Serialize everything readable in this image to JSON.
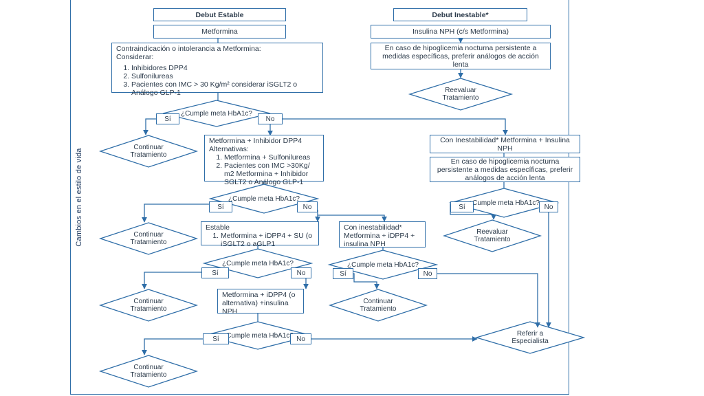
{
  "sidebar_label": "Cambios en el estilo de vida",
  "stable": {
    "header": "Debut Estable",
    "metformina": "Metformina",
    "contra_title": "Contraindicación o intolerancia a Metformina:",
    "contra_sub": "Considerar:",
    "contra_items": [
      "Inhibidores DPP4",
      "Sulfonilureas",
      "Pacientes con IMC > 30 Kg/m² considerar iSGLT2 o Análogo GLP-1"
    ],
    "combo_title": "Metformina + Inhibidor DPP4",
    "combo_alt": "Alternativas:",
    "combo_items": [
      "Metformina + Sulfonilureas",
      "Pacientes con IMC >30Kg/ m2 Metformina + Inhibidor SGLT2 o Análogo GLP-1"
    ],
    "estable_title": "Estable",
    "estable_items": [
      "Metformina + iDPP4 + SU (o iSGLT2 o aGLP1"
    ],
    "inest_text": "Con inestabilidad* Metformina + iDPP4 + insulina NPH",
    "nph_text": "Metformina + iDPP4 (o alternativa) +insulina NPH"
  },
  "unstable": {
    "header": "Debut Inestable*",
    "insulina": "Insulina NPH (c/s Metformina)",
    "hipo1": "En caso de hipoglicemia nocturna persistente a medidas específicas, preferir análogos de acción lenta",
    "reevaluar": "Reevaluar Tratamiento",
    "combo": "Con Inestabilidad* Metformina + Insulina NPH",
    "hipo2": "En caso de hipoglicemia nocturna persistente a medidas específicas, preferir análogos de acción lenta",
    "reevaluar2": "Reevaluar Tratamiento"
  },
  "decision": "¿Cumple meta HbA1c?",
  "yes": "Sí",
  "no": "No",
  "continuar": "Continuar Tratamiento",
  "referir": "Referir a Especialista"
}
